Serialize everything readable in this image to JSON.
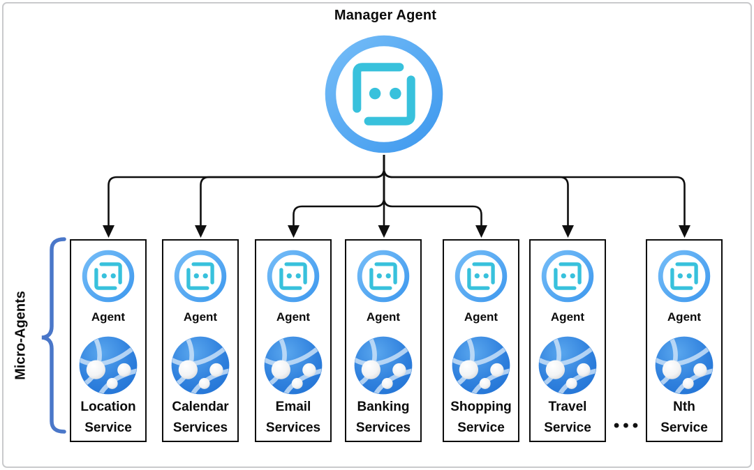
{
  "manager": {
    "title": "Manager Agent",
    "icon": "bot-face-icon"
  },
  "group": {
    "label": "Micro-Agents",
    "brace_icon": "curly-brace-icon",
    "brace_color": "#4a77c9"
  },
  "labels": {
    "agent": "Agent",
    "ellipsis": "•••"
  },
  "micro_agents": [
    {
      "agent_icon": "bot-face-icon",
      "service_icon": "globe-network-icon",
      "service": "Location\nService"
    },
    {
      "agent_icon": "bot-face-icon",
      "service_icon": "globe-network-icon",
      "service": "Calendar\nServices"
    },
    {
      "agent_icon": "bot-face-icon",
      "service_icon": "globe-network-icon",
      "service": "Email\nServices"
    },
    {
      "agent_icon": "bot-face-icon",
      "service_icon": "globe-network-icon",
      "service": "Banking\nServices"
    },
    {
      "agent_icon": "bot-face-icon",
      "service_icon": "globe-network-icon",
      "service": "Shopping\nService"
    },
    {
      "agent_icon": "bot-face-icon",
      "service_icon": "globe-network-icon",
      "service": "Travel\nService"
    },
    {
      "agent_icon": "bot-face-icon",
      "service_icon": "globe-network-icon",
      "service": "Nth\nService"
    }
  ],
  "connections": {
    "from": "Manager Agent",
    "to": [
      "Location Service",
      "Calendar Services",
      "Email Services",
      "Banking Services",
      "Shopping Service",
      "Travel Service",
      "Nth Service"
    ]
  },
  "colors": {
    "agent_ring_blue": "#55a8f0",
    "agent_face_teal": "#38c1dc",
    "globe_blue": "#2b7de0",
    "globe_arc_light": "#cfe3f8",
    "node_white": "#ffffff",
    "brace_blue": "#4a77c9",
    "connector_black": "#0f0f0f",
    "frame_gray": "#c9cacc"
  }
}
